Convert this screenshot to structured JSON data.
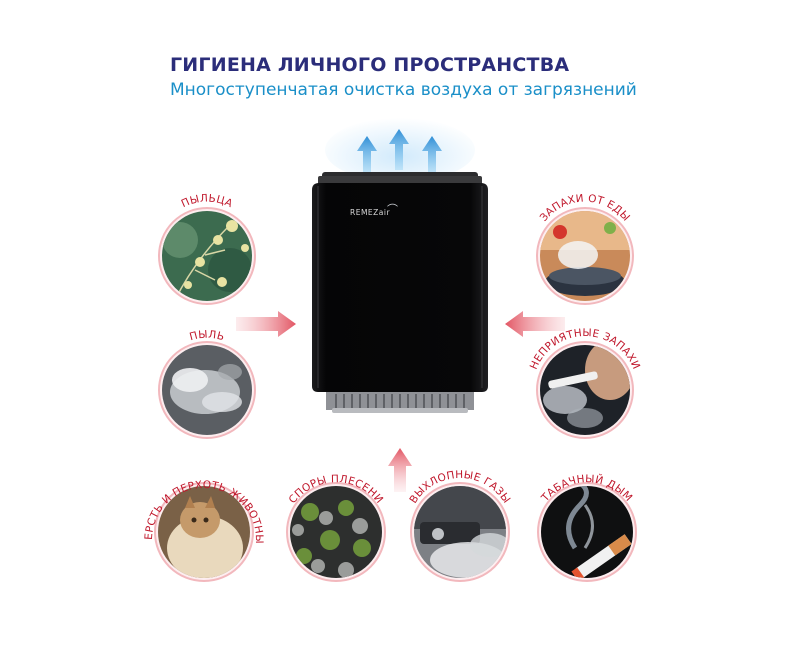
{
  "header": {
    "title": "ГИГИЕНА ЛИЧНОГО ПРОСТРАНСТВА",
    "subtitle": "Многоступенчатая очистка воздуха от загрязнений"
  },
  "device": {
    "brand": "REMEZair"
  },
  "pollutants": {
    "pollen": "ПЫЛЬЦА",
    "dust": "ПЫЛЬ",
    "pet": "ШЕРСТЬ И ПЕРХОТЬ ЖИВОТНЫХ",
    "mold": "СПОРЫ ПЛЕСЕНИ",
    "exhaust": "ВЫХЛОПНЫЕ ГАЗЫ",
    "tobacco": "ТАБАЧНЫЙ ДЫМ",
    "food": "ЗАПАХИ ОТ ЕДЫ",
    "odors": "НЕПРИЯТНЫЕ ЗАПАХИ"
  },
  "colors": {
    "title": "#2b2d7a",
    "subtitle": "#1a8fc8",
    "label": "#c0182c",
    "ring": "#f2b8bd",
    "arrow_red": "#e8707a",
    "arrow_blue": "#5fb3e6",
    "device": "#0b0b0c"
  },
  "icons": [
    "airflow-arrow-icon",
    "inflow-arrow-icon"
  ]
}
